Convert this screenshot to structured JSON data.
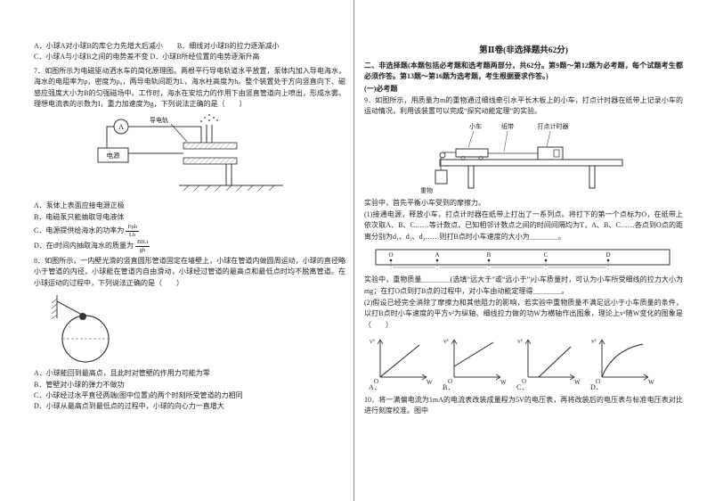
{
  "left": {
    "prev_options": [
      "A．小球A对小球B的库仑力先增大后减小　　B．细线对小球B的拉力逐渐减小",
      "C．小球A与小球B之间的电势差不变 D．小球B所经位置的电势逐渐升高"
    ],
    "q7": {
      "text": "7．如图所示为电磁驱动洒水车的简化原理图。两根平行导电轨道水平放置，泵体内加入导电海水，海水的电阻率为ρ，密度为ρ₀，两导电轨间距为L，海水柱高度为h。整个装置处于方向竖直向下、磁感应强度大小为B的匀强磁场中。工作时，海水在安培力的作用下由竖直管道向上喷出，形成水雾。理想电流表的示数为I，重力加速度为g，下列说法正确的是（　　）",
      "fig": {
        "power": "电源",
        "ammeter": "A",
        "rail": "导电轨"
      },
      "options_ab": [
        "A．泵体上表面应接电源正极",
        "B．电磁泵只能抽取导电液体"
      ],
      "option_c": {
        "prefix": "C．电源提供给海水的功率为",
        "num": "I²ρh",
        "den": "Lb"
      },
      "option_d": {
        "prefix": "D．在t时间内抽取海水的质量为",
        "num": "BILt",
        "den": "gh"
      }
    },
    "q8": {
      "text": "8．如图所示，一内壁光滑的竖直圆形管道固定在墙壁上，小球在管道内做圆周运动，小球的直径略小于管道的内径，小球能在管道内自由滑动，小球经过管道的最高点和最低点时均不脱离管道。在小球运动的过程中，下列说法正确的是（　　）",
      "options": [
        "A．小球能回到最高点，且此时对管壁的作用力可能为零",
        "B．管壁对小球的弹力不做功",
        "C．小球经过水平直径两端(图中位置)的两个时刻所受管道的力相同",
        "D．小球从最高点到最低点的过程中，小球的向心力一直增大"
      ]
    }
  },
  "right": {
    "header": "第Ⅱ卷(非选择题共62分)",
    "intro": "二、非选择题(本题包括必考题和选考题两部分，共62分。第9题～第12题为必考题，每个试题考生都必须作答。第13题～第16题为选考题，考生根据要求作答。)",
    "subsection": "(一)必考题",
    "q9": {
      "text": "9．如图所示，用质量为m的重物通过细线牵引水平长木板上的小车，打点计时器在纸带上记录小车的运动情况，利用该装置可以完成“探究动能定理”的实验。",
      "fig_labels": [
        "小车",
        "纸带",
        "打点计时器",
        "重物"
      ],
      "para1": "实验中，首先平衡小车受到的摩擦力。",
      "item1": "(1)接通电源，释放小车，打点计时器在纸带上打出了一系列点。将打下的第一个点标为O，在纸带上依次取A、B、C……等计数点，已知相邻计数点之间的时间间隔均为T，A、B、C……各点到O点的距离分别为d₁、d₂、d₃……则打B点时小车速度的大小为＿＿＿＿。",
      "tape_labels": [
        "O",
        "A",
        "B",
        "C",
        "D"
      ],
      "para2": "实验中，重物质量＿＿＿＿(选填“远大于”或“远小于”)小车质量时，可认为小车所受细线的拉力大小为mg；在打O点到打B点的过程中，对小车由动能定理得＿＿＿＿。",
      "item2": "(2)假设已经完全消除了摩擦力和其他阻力的影响，若实验中重物质量不满足远小于小车质量的条件，以打B点时小车速度的平方v²为纵轴、细线拉力做的功W为横轴作出图象，理论上v²随W变化的图象是（　　）",
      "graphs": {
        "y_label": "v²",
        "x_label": "W",
        "origin": "O",
        "labels": [
          "A．",
          "B．",
          "C．",
          "D．"
        ]
      }
    },
    "q10": {
      "text": "10．将一满偏电流为1mA的电流表改装成量程为5V的电压表，再将改装后的电压表与标准电压表对比进行刻度校准。图中"
    }
  }
}
